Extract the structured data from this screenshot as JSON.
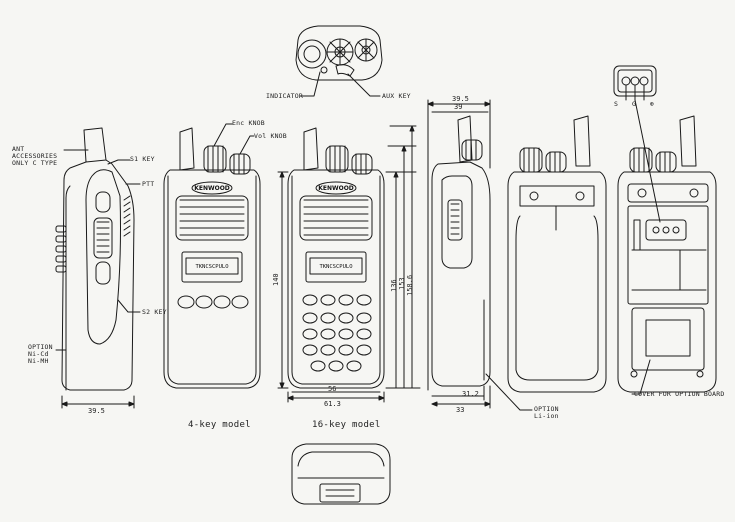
{
  "labels": {
    "ant": "ANT\nACCESSORIES\nONLY C TYPE",
    "s1_key": "S1 KEY",
    "ptt": "PTT",
    "s2_key": "S2 KEY",
    "option_left": "OPTION\nNi-Cd\nNi-MH",
    "enc_knob": "Enc KNOB",
    "vol_knob": "Vol KNOB",
    "indicator": "INDICATOR",
    "aux_key": "AUX KEY",
    "option_right": "OPTION\nLi-ion",
    "cover_option_board": "COVER FOR OPTION BOARD",
    "connector_pins": [
      "S",
      "G",
      "⊕"
    ],
    "brand": "KENWOOD",
    "display_text": "TKNCSCPULO"
  },
  "captions": {
    "model_4key": "4-key model",
    "model_16key": "16-key model"
  },
  "dimensions": {
    "d_39_5_bottom": "39.5",
    "d_140": "140",
    "d_136": "136",
    "d_153": "153",
    "d_158_6": "158.6",
    "d_56": "56",
    "d_61_3": "61.3",
    "d_39_5_top": "39.5",
    "d_39": "39",
    "d_31_2": "31.2",
    "d_33": "33"
  }
}
